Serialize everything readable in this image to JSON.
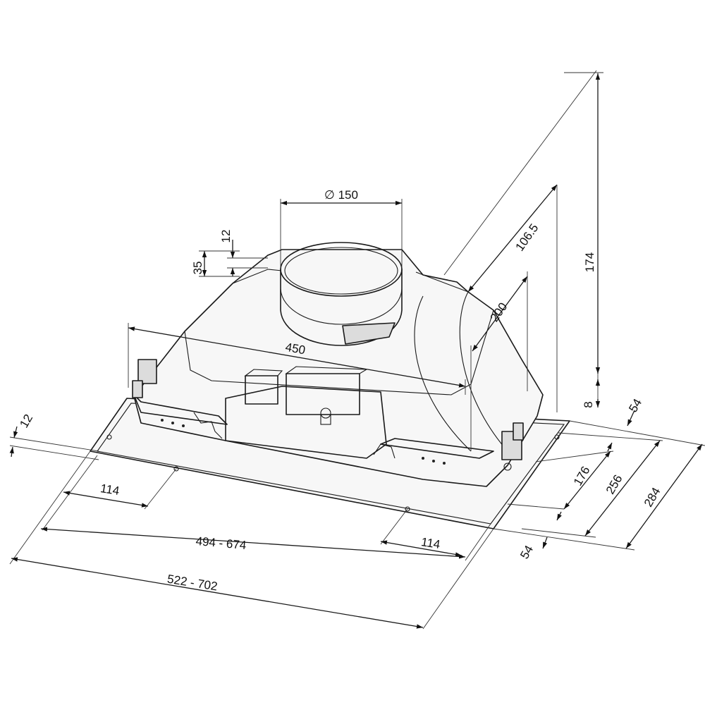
{
  "diagram": {
    "dimensions": {
      "duct_diameter": "∅ 150",
      "depth_106": "106.5",
      "height_174": "174",
      "depth_200": "200",
      "small_12_top": "12",
      "small_35": "35",
      "width_450": "450",
      "small_12_left": "12",
      "offset_8": "8",
      "side_54_top": "54",
      "side_176": "176",
      "side_256": "256",
      "side_284": "284",
      "side_54_bottom": "54",
      "front_114_left": "114",
      "front_114_right": "114",
      "width_494_674": "494 - 674",
      "width_522_702": "522 - 702"
    }
  }
}
